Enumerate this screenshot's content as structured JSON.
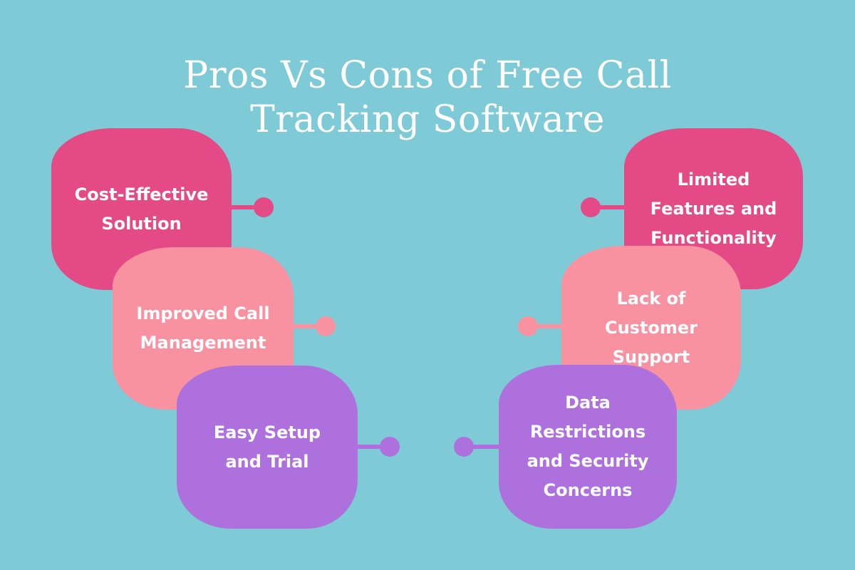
{
  "title": {
    "line1": "Pros Vs Cons of Free Call",
    "line2": "Tracking Software"
  },
  "colors": {
    "background": "#7ecad6",
    "magenta": "#e44a86",
    "pink": "#f892a1",
    "purple": "#ae70dc",
    "text": "#ffffff"
  },
  "pros": [
    {
      "label": "Cost-Effective\nSolution",
      "color": "magenta"
    },
    {
      "label": "Improved Call\nManagement",
      "color": "pink"
    },
    {
      "label": "Easy Setup\nand Trial",
      "color": "purple"
    }
  ],
  "cons": [
    {
      "label": "Limited\nFeatures and\nFunctionality",
      "color": "magenta"
    },
    {
      "label": "Lack of\nCustomer\nSupport",
      "color": "pink"
    },
    {
      "label": "Data\nRestrictions\nand Security\nConcerns",
      "color": "purple"
    }
  ]
}
